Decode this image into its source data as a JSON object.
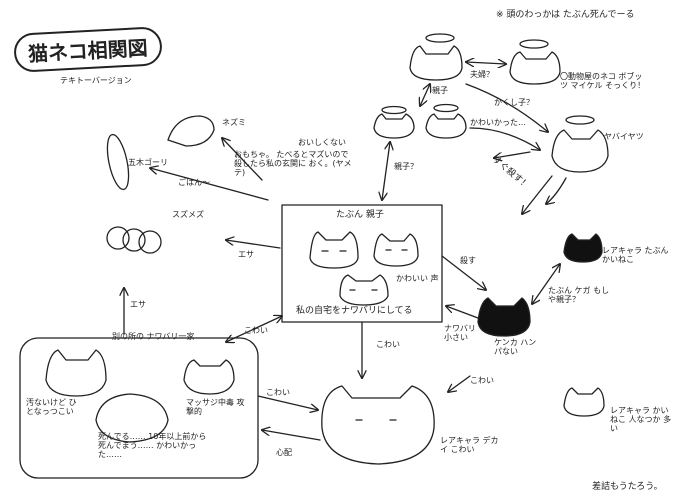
{
  "title": "猫ネコ相関図",
  "subtitle": "テキトーバージョン",
  "note_top": "※ 頭のわっかは たぶん死んでーる",
  "footer": "差詰もうたろう。",
  "nodes": {
    "mouse": "ネズミ",
    "cockroach": "五木ゴーリ",
    "sparrows": "スズメズ",
    "central_box": "たぶん 親子",
    "central_caption": "私の自宅をナワバリにしてる",
    "center_cat_label": "かわいい 声",
    "husband": "夫婦？",
    "cat_label_michael": "〇動物屋のネコ ボブッツ マイケル そっくり！",
    "parent_child": "親子",
    "child_q": "かくし子？",
    "kawaii_katta": "かわいかった…",
    "yabai": "ヤバイヤツ",
    "kill": "すぐ殺す！",
    "oyako_q": "親子？",
    "rare_cat": "レアキャラ たぶんかいねこ",
    "small_cat": "たぶん ケガ もしや親子？",
    "black_cat": "ケンカ ハンパない",
    "nawabari": "ナワバリ 小さい",
    "other_territory": "別の所の ナワバリ一家",
    "dirty": "汚ないけど ひとなっつこい",
    "other_label": "マッサジ中毒 攻撃的",
    "sleep_cat": "死んでる…… 10年以上前から 死んでまう…… かわいかった……",
    "big_cat": "レアキャラ デカイ こわい",
    "rare_cat2": "レアキャラ かいねこ 人なつか 多い",
    "food_thing": "ごはん〜",
    "omocha": "おもちゃ。 たべるとマズいので 殺したら私の玄関に おく。(ヤメテ)",
    "oishikunai": "おいしくない",
    "esa": "エサ",
    "esa2": "エサ",
    "kowai": "こわい",
    "kowai2": "こわい",
    "kowai3": "こわい",
    "shinpai": "心配",
    "kill2": "殺す",
    "kowaii": "こわい"
  }
}
